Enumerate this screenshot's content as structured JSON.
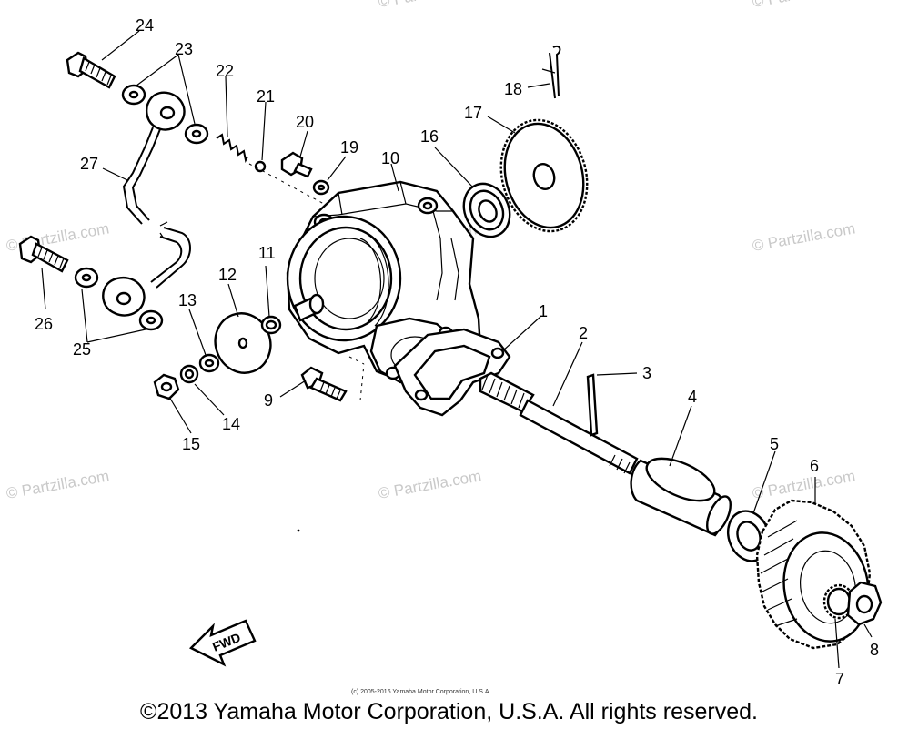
{
  "callouts": [
    {
      "id": "1",
      "label": "1"
    },
    {
      "id": "2",
      "label": "2"
    },
    {
      "id": "3",
      "label": "3"
    },
    {
      "id": "4",
      "label": "4"
    },
    {
      "id": "5",
      "label": "5"
    },
    {
      "id": "6",
      "label": "6"
    },
    {
      "id": "7",
      "label": "7"
    },
    {
      "id": "8",
      "label": "8"
    },
    {
      "id": "9",
      "label": "9"
    },
    {
      "id": "10",
      "label": "10"
    },
    {
      "id": "11",
      "label": "11"
    },
    {
      "id": "12",
      "label": "12"
    },
    {
      "id": "13",
      "label": "13"
    },
    {
      "id": "14",
      "label": "14"
    },
    {
      "id": "15",
      "label": "15"
    },
    {
      "id": "16",
      "label": "16"
    },
    {
      "id": "17",
      "label": "17"
    },
    {
      "id": "18",
      "label": "18"
    },
    {
      "id": "19",
      "label": "19"
    },
    {
      "id": "20",
      "label": "20"
    },
    {
      "id": "21",
      "label": "21"
    },
    {
      "id": "22",
      "label": "22"
    },
    {
      "id": "23",
      "label": "23"
    },
    {
      "id": "24",
      "label": "24"
    },
    {
      "id": "25",
      "label": "25"
    },
    {
      "id": "26",
      "label": "26"
    },
    {
      "id": "27",
      "label": "27"
    }
  ],
  "watermark": "© Partzilla.com",
  "fwd_label": "FWD",
  "copyright_small": "(c) 2005-2016 Yamaha Motor Corporation, U.S.A.",
  "copyright_main": "©2013 Yamaha Motor Corporation, U.S.A. All rights reserved."
}
